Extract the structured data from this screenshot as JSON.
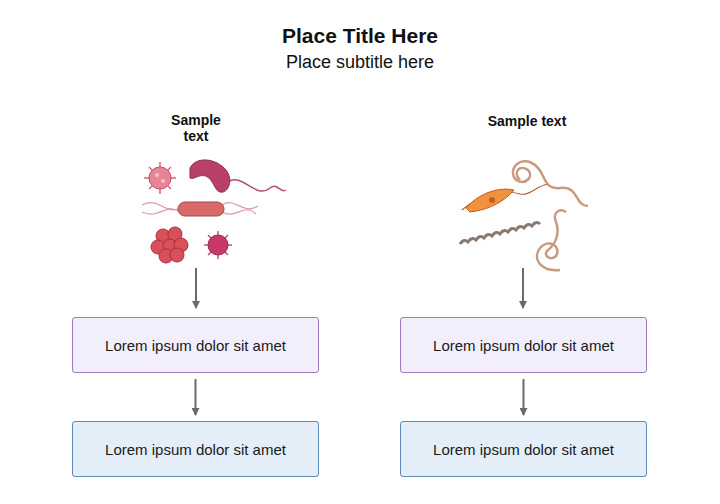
{
  "diagram": {
    "title": "Place Title Here",
    "nodes": [
      {
        "text": [
          "Lorem ipsum dolor sit amet"
        ]
      },
      {
        "text": [
          "Lorem ipsum dolor sit amet"
        ]
      },
      {
        "text": [
          "Lorem ipsum dolor sit amet"
        ]
      },
      {
        "text": [
          "Lorem ipsum dolor sit amet"
        ]
      }
    ],
    "edges": [
      {
        "from": 0,
        "to": 2,
        "arrow": "to"
      },
      {
        "from": 1,
        "to": 3,
        "arrow": "to"
      }
    ],
    "labels": [
      "Place subtitle here",
      "Sample text",
      "Sample text"
    ]
  }
}
